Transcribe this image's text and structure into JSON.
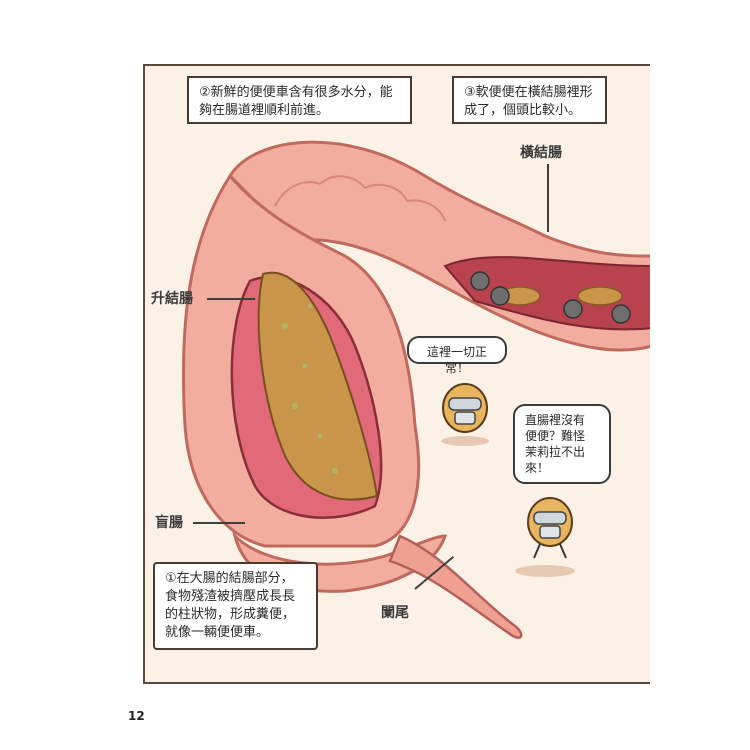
{
  "page": {
    "number": "12"
  },
  "callouts": {
    "box1": [
      "②新鮮的便便車含有很多水分，能",
      "夠在腸道裡順利前進。"
    ],
    "box2": [
      "③軟便便在橫結腸裡形",
      "成了，個頭比較小。"
    ],
    "box3": [
      "①在大腸的結腸部分，",
      "食物殘渣被擠壓成長長",
      "的柱狀物，形成糞便，",
      "就像一輛便便車。"
    ]
  },
  "labels": {
    "transverse": "橫結腸",
    "ascending": "升結腸",
    "cecum": "盲腸",
    "appendix": "闌尾"
  },
  "speech": {
    "character1": "這裡一切正常！",
    "character2": [
      "直腸裡沒有",
      "便便？難怪",
      "茉莉拉不出",
      "來！"
    ]
  },
  "colors": {
    "intestine": "#f0a89a",
    "intestine_dark": "#c86b60",
    "inner_lining": "#e06a78",
    "stool": "#c9954a",
    "background": "#fbf1e6"
  }
}
